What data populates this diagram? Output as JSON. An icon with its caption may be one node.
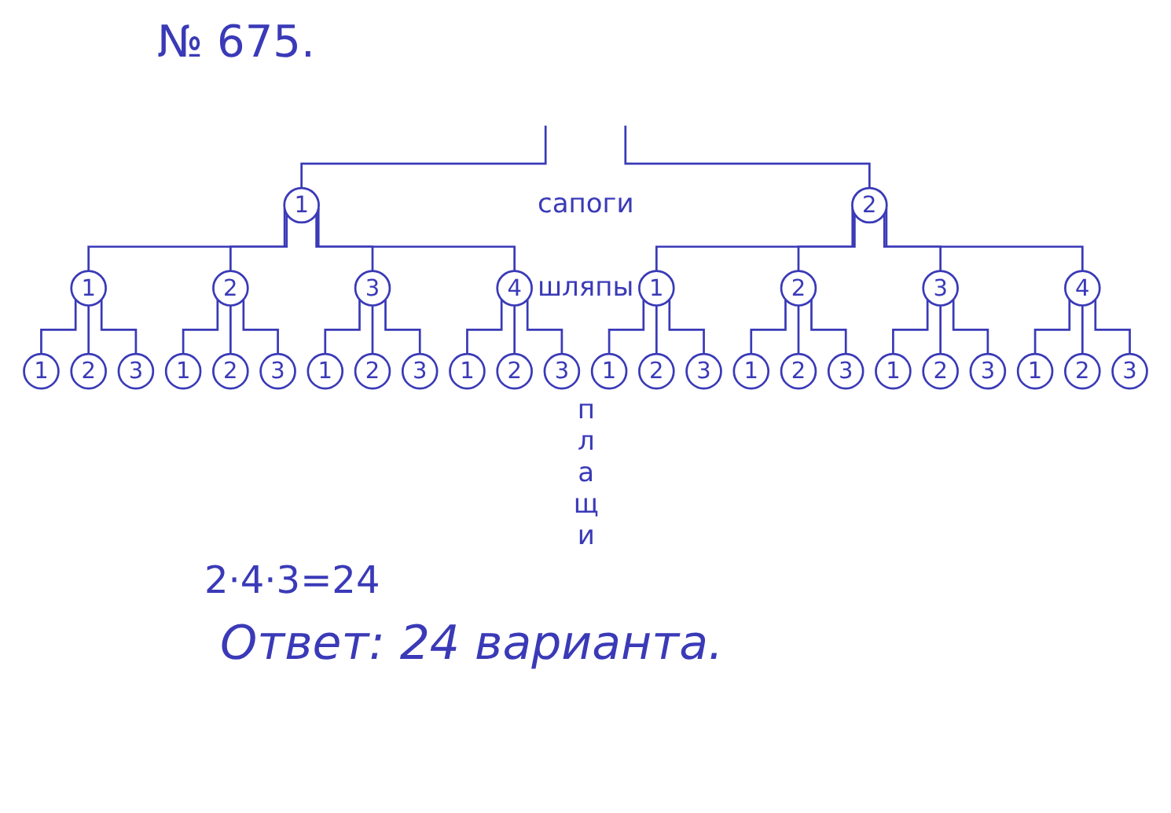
{
  "diagram": {
    "title": "№ 675.",
    "nodes": [
      {
        "text": [
          "1"
        ]
      },
      {
        "text": [
          "2"
        ]
      },
      {
        "text": [
          "1"
        ]
      },
      {
        "text": [
          "2"
        ]
      },
      {
        "text": [
          "3"
        ]
      },
      {
        "text": [
          "4"
        ]
      },
      {
        "text": [
          "1"
        ]
      },
      {
        "text": [
          "2"
        ]
      },
      {
        "text": [
          "3"
        ]
      },
      {
        "text": [
          "4"
        ]
      },
      {
        "text": [
          "1"
        ]
      },
      {
        "text": [
          "2"
        ]
      },
      {
        "text": [
          "3"
        ]
      },
      {
        "text": [
          "1"
        ]
      },
      {
        "text": [
          "2"
        ]
      },
      {
        "text": [
          "3"
        ]
      },
      {
        "text": [
          "1"
        ]
      },
      {
        "text": [
          "2"
        ]
      },
      {
        "text": [
          "3"
        ]
      },
      {
        "text": [
          "1"
        ]
      },
      {
        "text": [
          "2"
        ]
      },
      {
        "text": [
          "3"
        ]
      },
      {
        "text": [
          "1"
        ]
      },
      {
        "text": [
          "2"
        ]
      },
      {
        "text": [
          "3"
        ]
      },
      {
        "text": [
          "1"
        ]
      },
      {
        "text": [
          "2"
        ]
      },
      {
        "text": [
          "3"
        ]
      },
      {
        "text": [
          "1"
        ]
      },
      {
        "text": [
          "2"
        ]
      },
      {
        "text": [
          "3"
        ]
      },
      {
        "text": [
          "1"
        ]
      },
      {
        "text": [
          "2"
        ]
      },
      {
        "text": [
          "3"
        ]
      }
    ],
    "edges": [
      {
        "from": null,
        "to": 0,
        "arrow": "none"
      },
      {
        "from": null,
        "to": 1,
        "arrow": "none"
      },
      {
        "from": 0,
        "to": 2,
        "arrow": "none"
      },
      {
        "from": 0,
        "to": 3,
        "arrow": "none"
      },
      {
        "from": 0,
        "to": 4,
        "arrow": "none"
      },
      {
        "from": 0,
        "to": 5,
        "arrow": "none"
      },
      {
        "from": 1,
        "to": 6,
        "arrow": "none"
      },
      {
        "from": 1,
        "to": 7,
        "arrow": "none"
      },
      {
        "from": 1,
        "to": 8,
        "arrow": "none"
      },
      {
        "from": 1,
        "to": 9,
        "arrow": "none"
      },
      {
        "from": 2,
        "to": 10,
        "arrow": "none"
      },
      {
        "from": 2,
        "to": 11,
        "arrow": "none"
      },
      {
        "from": 2,
        "to": 12,
        "arrow": "none"
      },
      {
        "from": 3,
        "to": 13,
        "arrow": "none"
      },
      {
        "from": 3,
        "to": 14,
        "arrow": "none"
      },
      {
        "from": 3,
        "to": 15,
        "arrow": "none"
      },
      {
        "from": 4,
        "to": 16,
        "arrow": "none"
      },
      {
        "from": 4,
        "to": 17,
        "arrow": "none"
      },
      {
        "from": 4,
        "to": 18,
        "arrow": "none"
      },
      {
        "from": 5,
        "to": 19,
        "arrow": "none"
      },
      {
        "from": 5,
        "to": 20,
        "arrow": "none"
      },
      {
        "from": 5,
        "to": 21,
        "arrow": "none"
      },
      {
        "from": 6,
        "to": 22,
        "arrow": "none"
      },
      {
        "from": 6,
        "to": 23,
        "arrow": "none"
      },
      {
        "from": 6,
        "to": 24,
        "arrow": "none"
      },
      {
        "from": 7,
        "to": 25,
        "arrow": "none"
      },
      {
        "from": 7,
        "to": 26,
        "arrow": "none"
      },
      {
        "from": 7,
        "to": 27,
        "arrow": "none"
      },
      {
        "from": 8,
        "to": 28,
        "arrow": "none"
      },
      {
        "from": 8,
        "to": 29,
        "arrow": "none"
      },
      {
        "from": 8,
        "to": 30,
        "arrow": "none"
      },
      {
        "from": 9,
        "to": 31,
        "arrow": "none"
      },
      {
        "from": 9,
        "to": 32,
        "arrow": "none"
      },
      {
        "from": 9,
        "to": 33,
        "arrow": "none"
      }
    ],
    "labels": [
      "сапоги",
      "шляпы",
      "плащи",
      "2·4·3=24",
      "Ответ: 24 варианта."
    ]
  }
}
